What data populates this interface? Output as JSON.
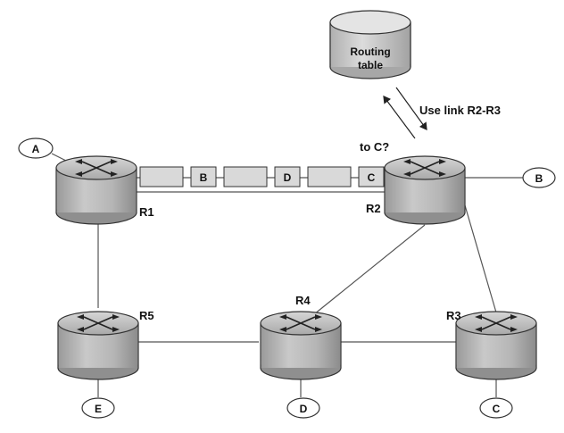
{
  "routing_table": {
    "line1": "Routing",
    "line2": "table"
  },
  "annotations": {
    "query": "to C?",
    "answer": "Use link R2-R3"
  },
  "routers": {
    "r1": "R1",
    "r2": "R2",
    "r3": "R3",
    "r4": "R4",
    "r5": "R5"
  },
  "hosts": {
    "a": "A",
    "b": "B",
    "c": "C",
    "d": "D",
    "e": "E"
  },
  "packets": [
    "",
    "B",
    "",
    "D",
    "",
    "C"
  ]
}
